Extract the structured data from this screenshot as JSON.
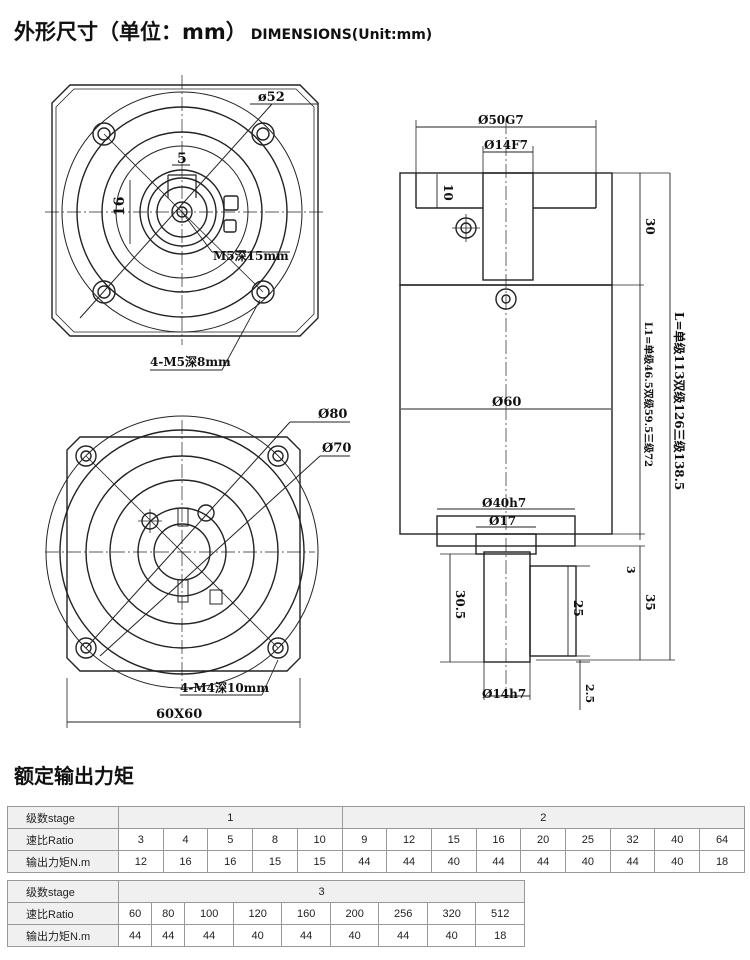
{
  "header": {
    "title_cn": "外形尺寸（单位：mm）",
    "title_en": "DIMENSIONS(Unit:mm)"
  },
  "drawing": {
    "d52": "ø52",
    "d5": "5",
    "d16": "16",
    "m5_15": "M5深15mm",
    "m5_8": "4-M5深8mm",
    "d80": "Ø80",
    "d70": "Ø70",
    "m4_10": "4-M4深10mm",
    "size60": "60X60",
    "d50g7": "Ø50G7",
    "d14f7": "Ø14F7",
    "d10": "10",
    "d30": "30",
    "d60": "Ø60",
    "d40h7": "Ø40h7",
    "d17": "Ø17",
    "d30_5": "30.5",
    "d25": "25",
    "d3": "3",
    "d35": "35",
    "d2_5": "2.5",
    "d14h7": "Ø14h7",
    "len_l": "L=单级113双级126三级138.5",
    "len_l1": "L1=单级46.5双级59.5三级72"
  },
  "torque_section": {
    "title": "额定输出力矩"
  },
  "table1": {
    "row_labels": [
      "级数stage",
      "速比Ratio",
      "输出力矩N.m"
    ],
    "stages": [
      {
        "label": "1",
        "span": 5
      },
      {
        "label": "2",
        "span": 9
      }
    ],
    "ratios": [
      "3",
      "4",
      "5",
      "8",
      "10",
      "9",
      "12",
      "15",
      "16",
      "20",
      "25",
      "32",
      "40",
      "64"
    ],
    "torques": [
      "12",
      "16",
      "16",
      "15",
      "15",
      "44",
      "44",
      "40",
      "44",
      "44",
      "40",
      "44",
      "40",
      "18"
    ]
  },
  "table2": {
    "row_labels": [
      "级数stage",
      "速比Ratio",
      "输出力矩N.m"
    ],
    "stages": [
      {
        "label": "3",
        "span": 9
      }
    ],
    "ratios": [
      "60",
      "80",
      "100",
      "120",
      "160",
      "200",
      "256",
      "320",
      "512"
    ],
    "torques": [
      "44",
      "44",
      "44",
      "40",
      "44",
      "40",
      "44",
      "40",
      "18"
    ]
  }
}
